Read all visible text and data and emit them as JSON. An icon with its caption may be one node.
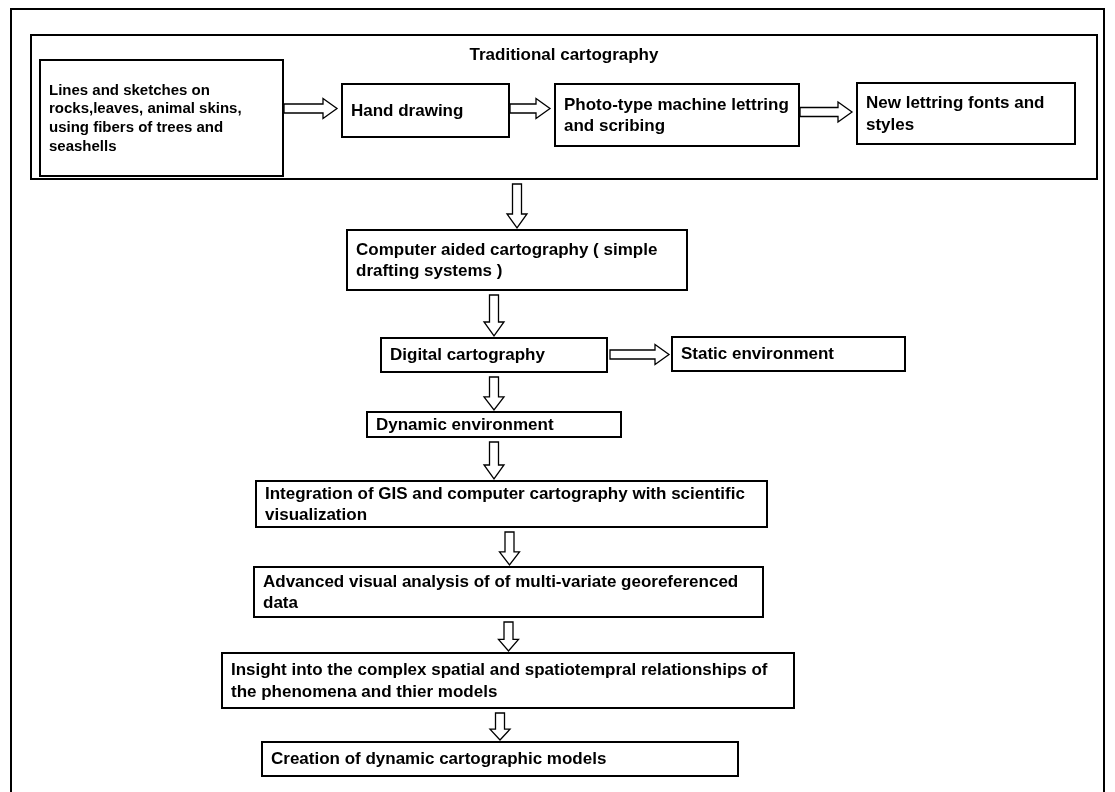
{
  "diagram": {
    "nodes": [
      {
        "text": [
          "Traditional cartography"
        ]
      },
      {
        "text": [
          "Lines and sketches on rocks,leaves, animal skins, using fibers of trees and seashells"
        ],
        "in": 0
      },
      {
        "text": [
          "Hand drawing"
        ],
        "in": 0
      },
      {
        "text": [
          "Photo-type machine lettring and scribing"
        ],
        "in": 0
      },
      {
        "text": [
          "New lettring fonts and styles"
        ],
        "in": 0
      },
      {
        "text": [
          "Computer aided cartography ( simple drafting systems )"
        ]
      },
      {
        "text": [
          "Digital cartography"
        ]
      },
      {
        "text": [
          "Static environment"
        ]
      },
      {
        "text": [
          "Dynamic environment"
        ]
      },
      {
        "text": [
          "Integration of GIS and computer cartography with scientific visualization"
        ]
      },
      {
        "text": [
          "Advanced visual analysis of of multi-variate georeferenced data"
        ]
      },
      {
        "text": [
          "Insight into the complex spatial and spatiotempral relationships of the phenomena and thier models"
        ]
      },
      {
        "text": [
          "Creation of dynamic cartographic models"
        ]
      }
    ],
    "edges": [
      {
        "from": 1,
        "to": 2,
        "arrow": "to"
      },
      {
        "from": 2,
        "to": 3,
        "arrow": "to"
      },
      {
        "from": 3,
        "to": 4,
        "arrow": "to"
      },
      {
        "from": 0,
        "to": 5,
        "arrow": "to"
      },
      {
        "from": 5,
        "to": 6,
        "arrow": "to"
      },
      {
        "from": 6,
        "to": 7,
        "arrow": "to"
      },
      {
        "from": 6,
        "to": 8,
        "arrow": "to"
      },
      {
        "from": 8,
        "to": 9,
        "arrow": "to"
      },
      {
        "from": 9,
        "to": 10,
        "arrow": "to"
      },
      {
        "from": 10,
        "to": 11,
        "arrow": "to"
      },
      {
        "from": 11,
        "to": 12,
        "arrow": "to"
      }
    ]
  }
}
